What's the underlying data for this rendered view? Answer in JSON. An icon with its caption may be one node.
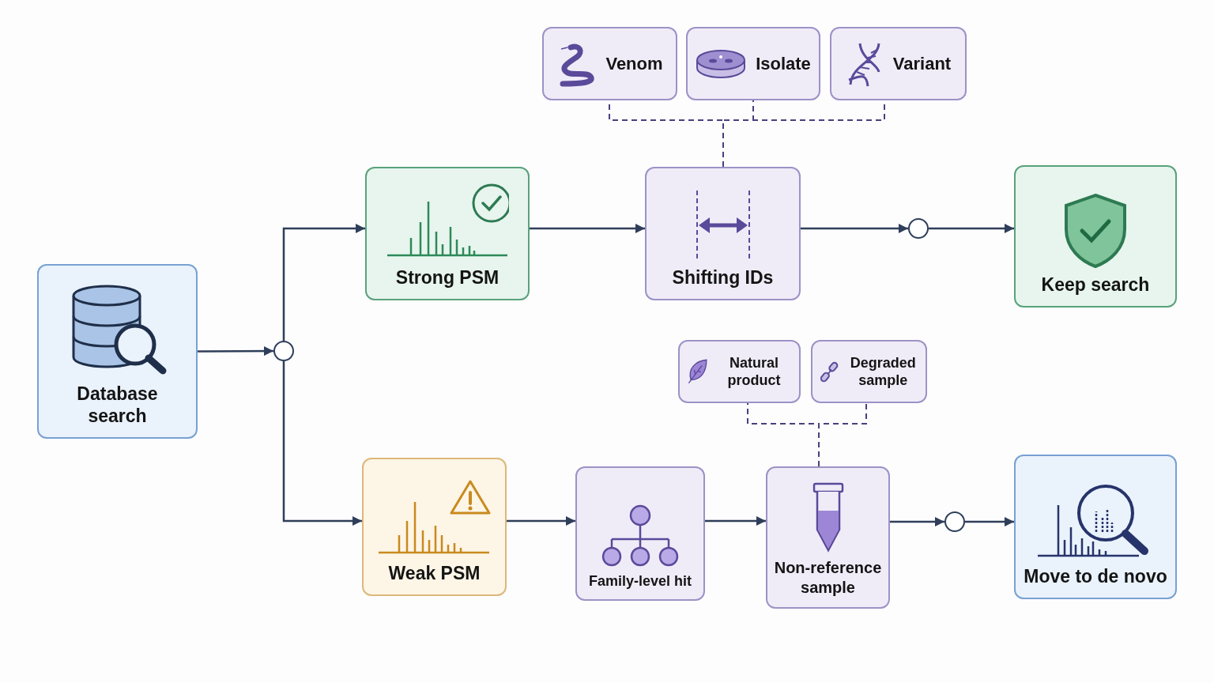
{
  "diagram": {
    "nodes": [
      {
        "text": [
          "Database search"
        ]
      },
      {
        "text": [],
        "shape": "circle"
      },
      {
        "text": [
          "Strong PSM"
        ]
      },
      {
        "text": [
          "Weak PSM"
        ]
      },
      {
        "text": [
          "Shifting IDs"
        ]
      },
      {
        "text": [],
        "shape": "circle"
      },
      {
        "text": [
          "Keep search"
        ]
      },
      {
        "text": [
          "Venom"
        ]
      },
      {
        "text": [
          "Isolate"
        ]
      },
      {
        "text": [
          "Variant"
        ]
      },
      {
        "text": [
          "Family-level hit"
        ]
      },
      {
        "text": [
          "Non-reference sample"
        ]
      },
      {
        "text": [],
        "shape": "circle"
      },
      {
        "text": [
          "Move to de novo"
        ]
      },
      {
        "text": [
          "Natural product"
        ]
      },
      {
        "text": [
          "Degraded sample"
        ]
      }
    ],
    "edges": [
      {
        "from": 0,
        "to": 1,
        "arrow": "to"
      },
      {
        "from": 1,
        "to": 2,
        "arrow": "to"
      },
      {
        "from": 1,
        "to": 3,
        "arrow": "to"
      },
      {
        "from": 2,
        "to": 4,
        "arrow": "to"
      },
      {
        "from": 4,
        "to": 5,
        "arrow": "to"
      },
      {
        "from": 5,
        "to": 6,
        "arrow": "to"
      },
      {
        "from": 7,
        "to": 4,
        "arrow": "none",
        "style": "dashed",
        "color": "#4b3f7e"
      },
      {
        "from": 8,
        "to": 4,
        "arrow": "none",
        "style": "dashed",
        "color": "#4b3f7e"
      },
      {
        "from": 9,
        "to": 4,
        "arrow": "none",
        "style": "dashed",
        "color": "#4b3f7e"
      },
      {
        "from": 3,
        "to": 10,
        "arrow": "to"
      },
      {
        "from": 10,
        "to": 11,
        "arrow": "to"
      },
      {
        "from": 11,
        "to": 12,
        "arrow": "to"
      },
      {
        "from": 12,
        "to": 13,
        "arrow": "to"
      },
      {
        "from": 14,
        "to": 11,
        "arrow": "none",
        "style": "dashed",
        "color": "#4b3f7e"
      },
      {
        "from": 15,
        "to": 11,
        "arrow": "none",
        "style": "dashed",
        "color": "#4b3f7e"
      }
    ]
  }
}
